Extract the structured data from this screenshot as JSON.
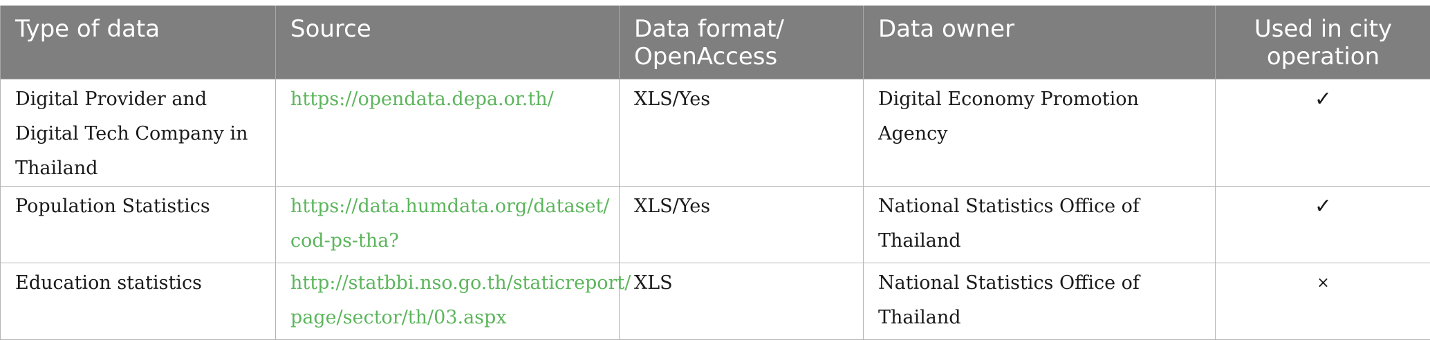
{
  "table": {
    "headers": [
      "Type of data",
      "Source",
      "Data format/ OpenAccess",
      "Data owner",
      "Used in city operation"
    ],
    "rows": [
      {
        "type": "Digital Provider and Digital Tech Company in Thailand",
        "source": "https://opendata.depa.or.th/",
        "format": "XLS/Yes",
        "owner": "Digital Economy Promotion Agency",
        "used": "✓"
      },
      {
        "type": "Population Statistics",
        "source": "https://data.humdata.org/dataset/ cod-ps-tha?",
        "format": "XLS/Yes",
        "owner": "National Statistics Office of Thailand",
        "used": "✓"
      },
      {
        "type": "Education statistics",
        "source": "http://statbbi.nso.go.th/staticreport/ page/sector/th/03.aspx",
        "format": "XLS",
        "owner": "National Statistics Office of Thailand",
        "used": "×"
      }
    ]
  }
}
